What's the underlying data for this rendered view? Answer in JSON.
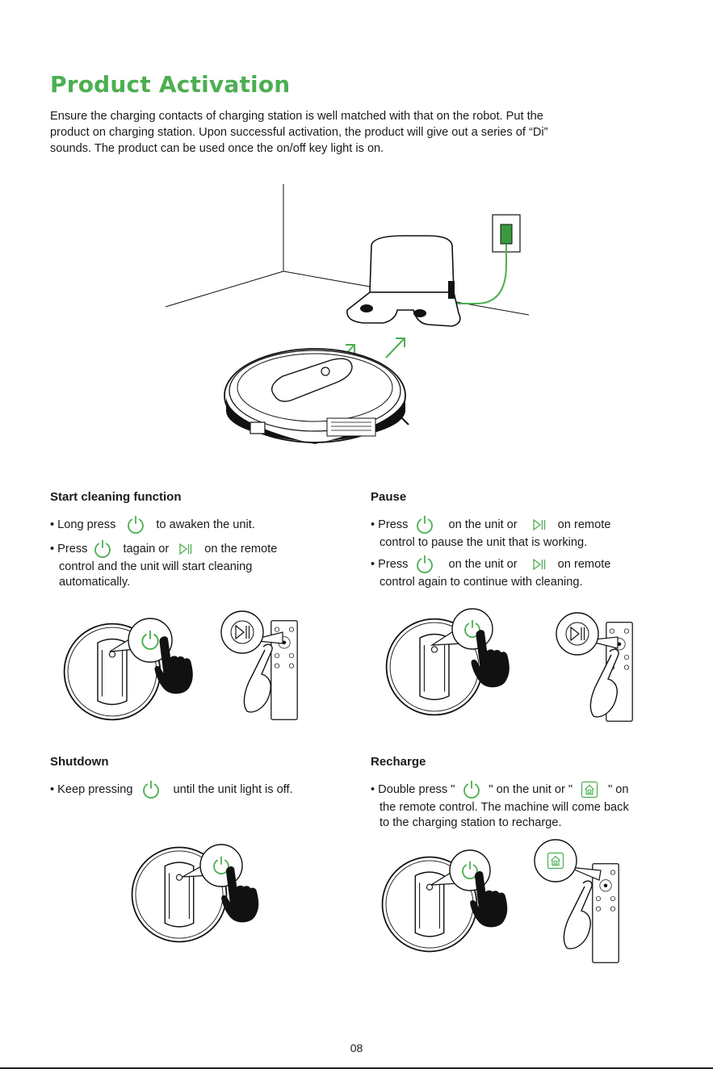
{
  "title": "Product Activation",
  "intro": [
    "Ensure the charging contacts of charging station is well matched with that on the robot. Put the",
    "product on charging station. Upon successful activation, the product will give out a series of “Di”",
    "sounds. The product can be used once the on/off key light is on."
  ],
  "start": {
    "title": "Start cleaning function",
    "b1_pre": "• Long press",
    "b1_post": "to awaken the unit.",
    "b2_pre": "• Press",
    "b2_mid": "tagain or",
    "b2_post": "on the remote",
    "b2_cont1": "control and the unit will start cleaning",
    "b2_cont2": "automatically."
  },
  "pause": {
    "title": "Pause",
    "b1_pre": "• Press",
    "b1_mid": "on the unit or",
    "b1_post": "on remote",
    "b1_cont": "control to pause the unit that is working.",
    "b2_pre": "• Press",
    "b2_mid": "on the unit or",
    "b2_post": "on remote",
    "b2_cont": "control again to continue with cleaning."
  },
  "shutdown": {
    "title": "Shutdown",
    "b1_pre": "• Keep pressing",
    "b1_post": "until the unit light is off."
  },
  "recharge": {
    "title": "Recharge",
    "b1_pre": "• Double press \"",
    "b1_mid": "\" on the unit or \"",
    "b1_post": "\" on",
    "b1_cont1": "the remote control. The machine will come back",
    "b1_cont2": "to the charging station to recharge."
  },
  "page_number": "08",
  "colors": {
    "accent": "#4caf50",
    "text": "#1a1a1a",
    "line": "#222222"
  },
  "icons": [
    "power-icon",
    "play-pause-icon",
    "home-icon",
    "hand-icon",
    "remote-control-icon",
    "robot-vacuum-icon",
    "charging-station-icon",
    "wall-outlet-icon"
  ]
}
